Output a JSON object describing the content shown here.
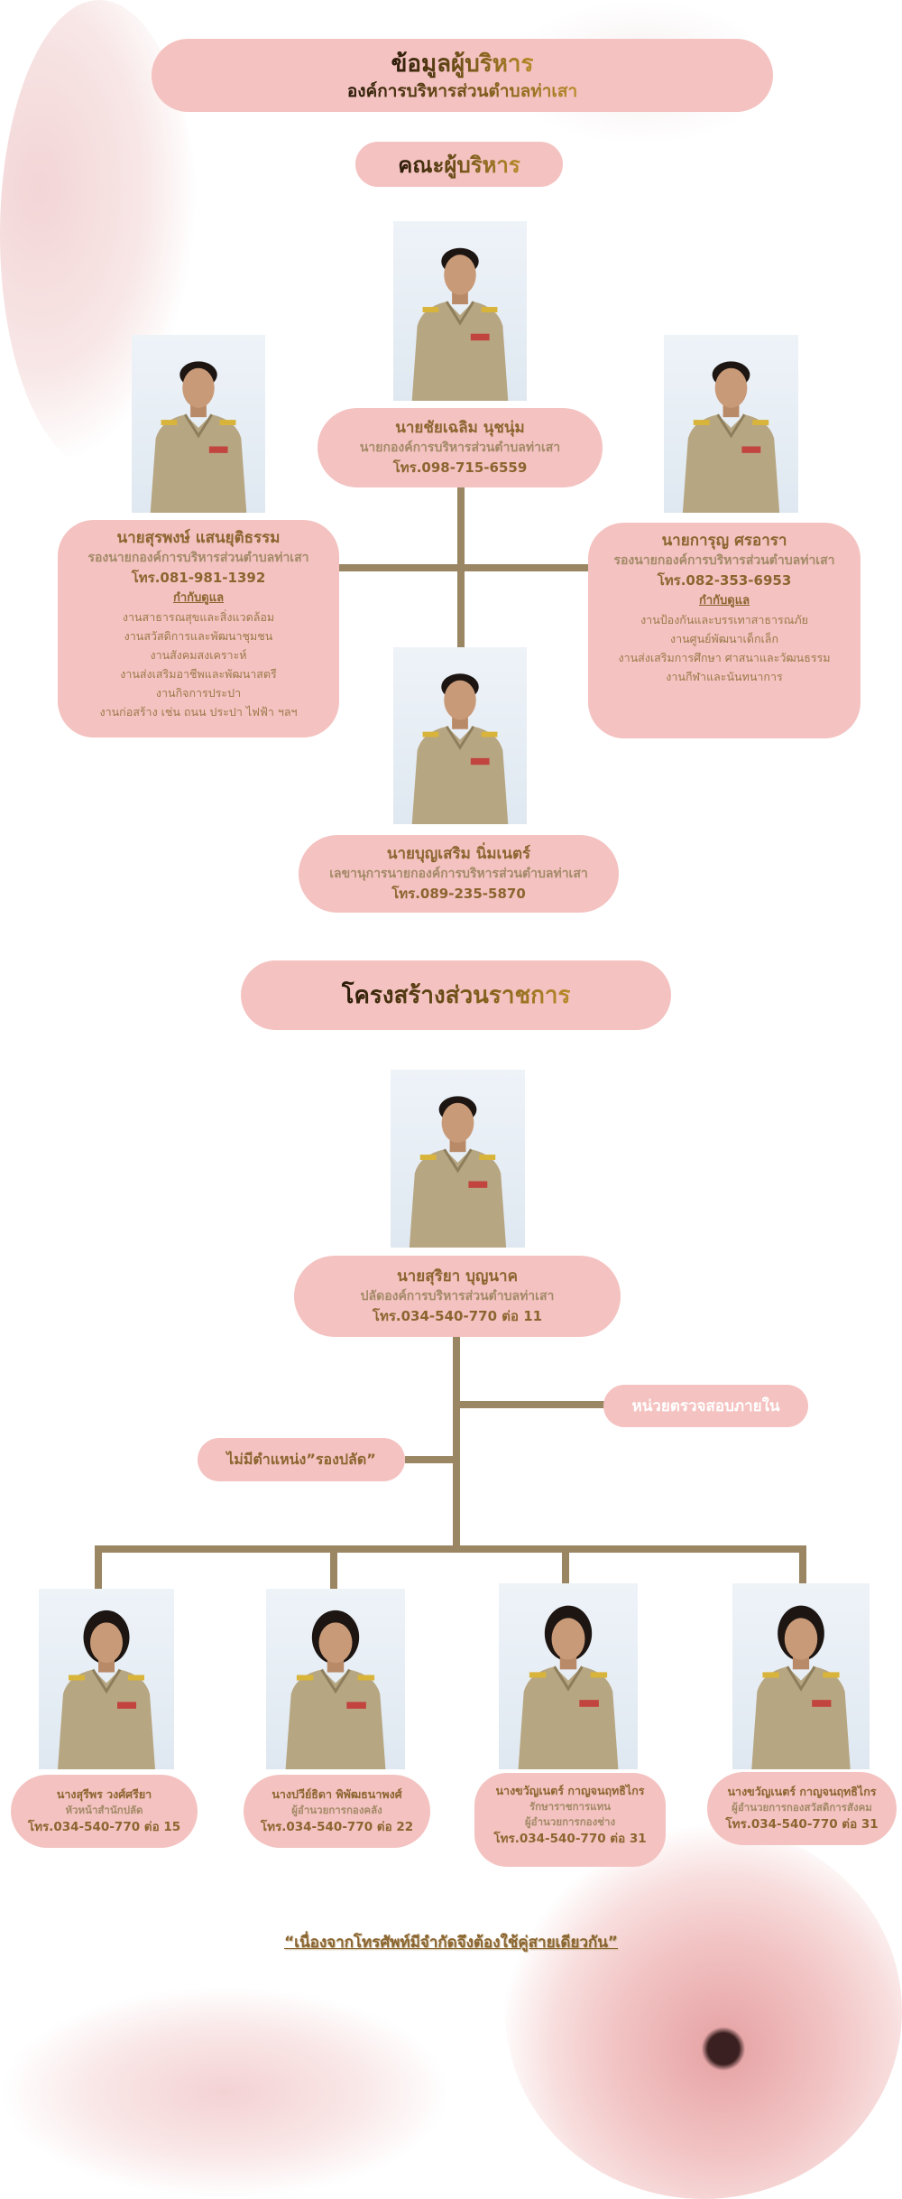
{
  "header": {
    "title": "ข้อมูลผู้บริหาร",
    "subtitle": "องค์การบริหารส่วนตำบลท่าเสา"
  },
  "executives_heading": "คณะผู้บริหาร",
  "executives": [
    {
      "name": "นายชัยเฉลิม  นุชนุ่ม",
      "role": "นายกองค์การบริหารส่วนตำบลท่าเสา",
      "phone": "โทร.098-715-6559"
    },
    {
      "name": "นายสุรพงษ์  แสนยุติธรรม",
      "role": "รองนายกองค์การบริหารส่วนตำบลท่าเสา",
      "phone": "โทร.081-981-1392",
      "supervise_label": "กำกับดูแล",
      "duties": [
        "งานสาธารณสุขและสิ่งแวดล้อม",
        "งานสวัสดิการและพัฒนาชุมชน",
        "งานสังคมสงเคราะห์",
        "งานส่งเสริมอาชีพและพัฒนาสตรี",
        "งานกิจการประปา",
        "งานก่อสร้าง เช่น ถนน ประปา ไฟฟ้า ฯลฯ"
      ]
    },
    {
      "name": "นายการุญ  ศรอารา",
      "role": "รองนายกองค์การบริหารส่วนตำบลท่าเสา",
      "phone": "โทร.082-353-6953",
      "supervise_label": "กำกับดูแล",
      "duties": [
        "งานป้องกันและบรรเทาสาธารณภัย",
        "งานศูนย์พัฒนาเด็กเล็ก",
        "งานส่งเสริมการศึกษา ศาสนาและวัฒนธรรม",
        "งานกีฬาและนันทนาการ"
      ]
    },
    {
      "name": "นายบุญเสริม  นิ่มเนตร์",
      "role": "เลขานุการนายกองค์การบริหารส่วนตำบลท่าเสา",
      "phone": "โทร.089-235-5870"
    }
  ],
  "structure_heading": "โครงสร้างส่วนราชการ",
  "chief": {
    "name": "นายสุริยา    บุญนาค",
    "role": "ปลัดองค์การบริหารส่วนตำบลท่าเสา",
    "phone": "โทร.034-540-770 ต่อ 11"
  },
  "internal_audit": "หน่วยตรวจสอบภายใน",
  "no_deputy": "ไม่มีตำแหน่ง”รองปลัด”",
  "staff": [
    {
      "name": "นางสุรีพร   วงศ์ศรียา",
      "role": "หัวหน้าสำนักปลัด",
      "phone": "โทร.034-540-770 ต่อ 15"
    },
    {
      "name": "นางปวีย์ธิดา  พิพัฒธนาพงศ์",
      "role": "ผู้อำนวยการกองคลัง",
      "phone": "โทร.034-540-770 ต่อ 22"
    },
    {
      "name": "นางขวัญเนตร์ กาญจนฤทธิไกร",
      "role": "รักษาราชการแทน",
      "role2": "ผู้อำนวยการกองช่าง",
      "phone": "โทร.034-540-770 ต่อ 31"
    },
    {
      "name": "นางขวัญเนตร์ กาญจนฤทธิไกร",
      "role": "ผู้อำนวยการกองสวัสดิการสังคม",
      "phone": "โทร.034-540-770 ต่อ 31"
    }
  ],
  "footer_note": "“เนื่องจากโทรศัพท์มีจำกัดจึงต้องใช้คู่สายเดียวกัน”",
  "colors": {
    "pill": "#f4c2c0",
    "text": "#8b6530",
    "line": "#9a8663"
  }
}
